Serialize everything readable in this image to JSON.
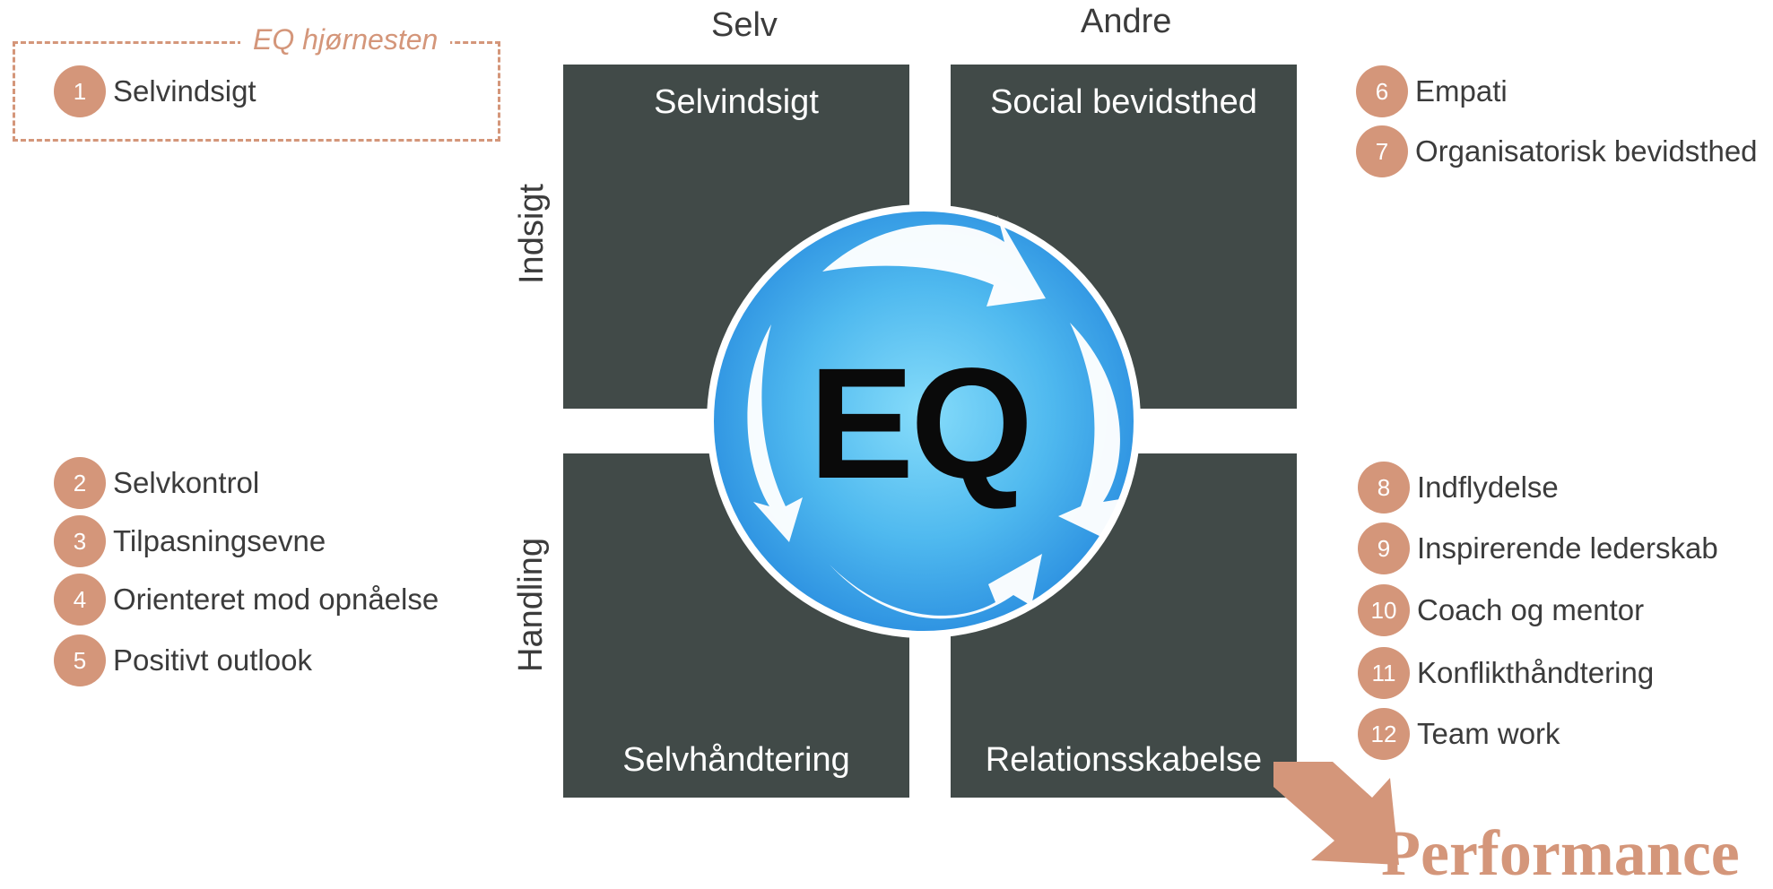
{
  "cornerstone": {
    "title": "EQ hjørnesten",
    "items": [
      {
        "number": "1",
        "label": "Selvindsigt"
      }
    ]
  },
  "columns": {
    "self": "Selv",
    "others": "Andre"
  },
  "rows": {
    "insight": "Indsigt",
    "action": "Handling"
  },
  "quadrants": {
    "top_left": "Selvindsigt",
    "top_right": "Social bevidsthed",
    "bottom_left": "Selvhåndtering",
    "bottom_right": "Relationsskabelse"
  },
  "center": {
    "label": "EQ"
  },
  "self_management_items": [
    {
      "number": "2",
      "label": "Selvkontrol"
    },
    {
      "number": "3",
      "label": "Tilpasningsevne"
    },
    {
      "number": "4",
      "label": "Orienteret mod opnåelse"
    },
    {
      "number": "5",
      "label": "Positivt outlook"
    }
  ],
  "social_awareness_items": [
    {
      "number": "6",
      "label": "Empati"
    },
    {
      "number": "7",
      "label": "Organisatorisk bevidsthed"
    }
  ],
  "relationship_items": [
    {
      "number": "8",
      "label": "Indflydelse"
    },
    {
      "number": "9",
      "label": "Inspirerende lederskab"
    },
    {
      "number": "10",
      "label": "Coach og mentor"
    },
    {
      "number": "11",
      "label": "Konflikthåndtering"
    },
    {
      "number": "12",
      "label": "Team work"
    }
  ],
  "performance": {
    "label": "Performance"
  },
  "colors": {
    "accent": "#d4967a",
    "quadrant": "#414a48",
    "circle_outer": "#2f9be6",
    "circle_inner": "#7fd3f7",
    "text": "#3b3b3b"
  },
  "icons": {
    "center": "eq-cycle-icon",
    "arrow": "performance-arrow-icon"
  }
}
